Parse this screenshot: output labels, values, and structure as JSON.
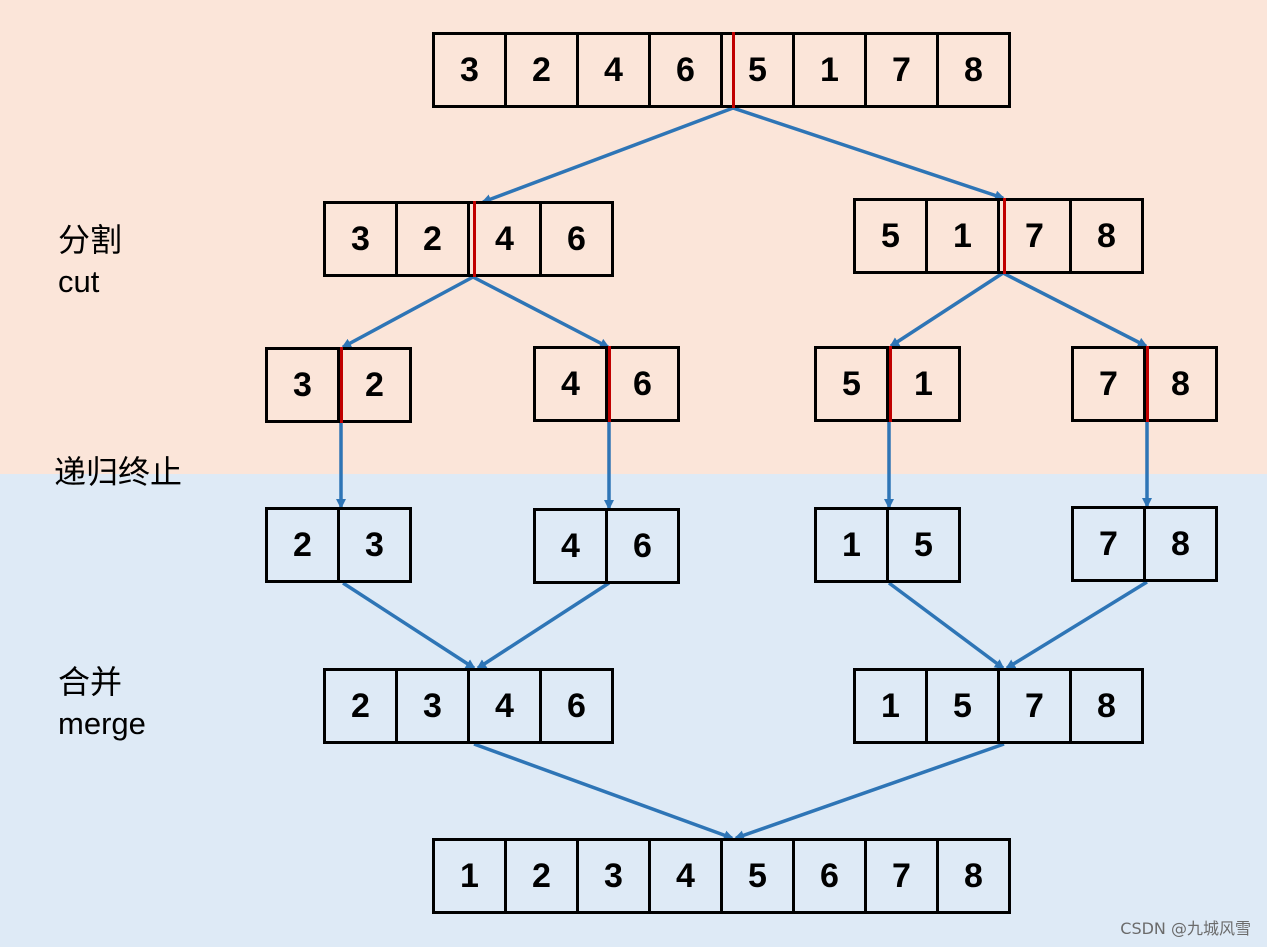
{
  "labels": {
    "cut_cn": "分割",
    "cut_en": "cut",
    "terminate_cn": "递归终止",
    "merge_cn": "合并",
    "merge_en": "merge"
  },
  "watermark": "CSDN @九城风雪",
  "colors": {
    "cut_background": "#fbe5d9",
    "merge_background": "#deeaf6",
    "arrow": "#2e75b6",
    "split_line": "#c00000",
    "cell_border": "#000000"
  },
  "arrays": {
    "level0": [
      "3",
      "2",
      "4",
      "6",
      "5",
      "1",
      "7",
      "8"
    ],
    "level1_left": [
      "3",
      "2",
      "4",
      "6"
    ],
    "level1_right": [
      "5",
      "1",
      "7",
      "8"
    ],
    "level2_a": [
      "3",
      "2"
    ],
    "level2_b": [
      "4",
      "6"
    ],
    "level2_c": [
      "5",
      "1"
    ],
    "level2_d": [
      "7",
      "8"
    ],
    "level3_a": [
      "2",
      "3"
    ],
    "level3_b": [
      "4",
      "6"
    ],
    "level3_c": [
      "1",
      "5"
    ],
    "level3_d": [
      "7",
      "8"
    ],
    "level4_left": [
      "2",
      "3",
      "4",
      "6"
    ],
    "level4_right": [
      "1",
      "5",
      "7",
      "8"
    ],
    "level5": [
      "1",
      "2",
      "3",
      "4",
      "5",
      "6",
      "7",
      "8"
    ]
  }
}
